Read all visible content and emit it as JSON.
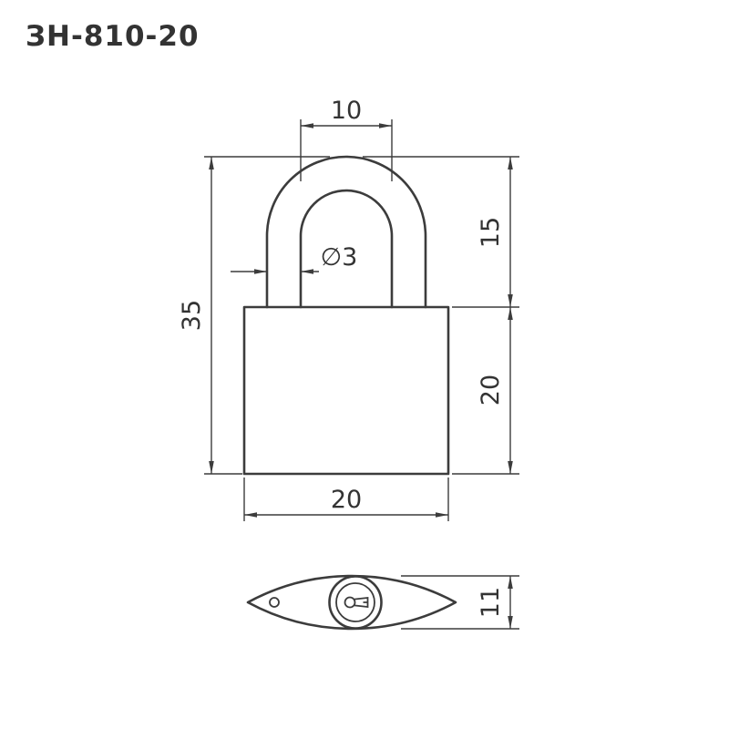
{
  "title": "ЗН-810-20",
  "views": {
    "front": {
      "dims": {
        "shackle_inner_width": "10",
        "shackle_wire_diameter": "∅3",
        "shackle_height": "15",
        "overall_height": "35",
        "body_height": "20",
        "body_width": "20"
      }
    },
    "bottom": {
      "dims": {
        "body_thickness": "11"
      }
    }
  },
  "colors": {
    "line": "#3c3c3c",
    "text": "#333333",
    "background": "#ffffff"
  }
}
